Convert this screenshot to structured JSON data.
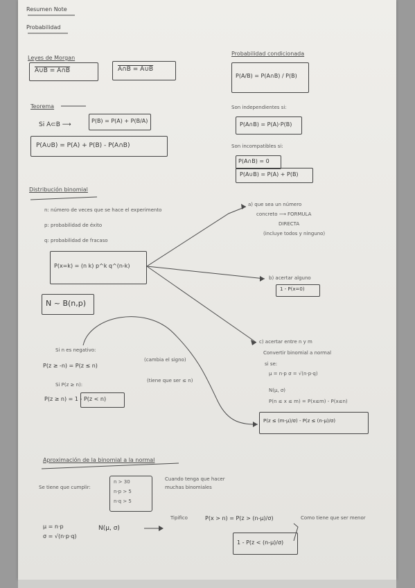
{
  "title": "Resumen Note",
  "section_probabilidad": "Probabilidad",
  "de_morgan": {
    "heading": "Leyes de Morgan",
    "law1": "A∪B = A∩B",
    "law2": "A∩B = A∪B"
  },
  "conditional": {
    "heading": "Probabilidad condicionada",
    "formula": "P(A/B) = P(A∩B) / P(B)"
  },
  "theorems": {
    "heading": "Teorema",
    "subset_condition": "Si A⊂B ⟶",
    "subset_formula": "P(B) = P(A) + P(B/A)",
    "union_formula": "P(A∪B) = P(A) + P(B) - P(A∩B)"
  },
  "independent": {
    "heading": "Son independientes si:",
    "formula": "P(A∩B) = P(A)·P(B)"
  },
  "incompatible": {
    "heading": "Son incompatibles si:",
    "formula1": "P(A∩B) = 0",
    "formula2": "P(A∪B) = P(A) + P(B)"
  },
  "binomial": {
    "heading": "Distribución binomial",
    "def_n": "n: número de veces que se hace el experimento",
    "def_p": "p: probabilidad de éxito",
    "def_q": "q: probabilidad de fracaso",
    "formula": "P(x=k) = (n k) p^k q^(n-k)",
    "notation": "N ~ B(n,p)"
  },
  "case_a": {
    "title": "a) que sea un número",
    "line2": "concreto ⟶ FORMULA",
    "line3": "DIRECTA",
    "line4": "(incluye todos y ninguno)"
  },
  "case_b": {
    "title": "b) acertar alguno",
    "formula": "1 - P(x=0)"
  },
  "case_c": {
    "title": "c) acertar entre n y m",
    "line2": "Convertir binomial a normal",
    "line3": "si se:",
    "line4": "μ = n·p     σ = √(n·p·q)",
    "line5": "N(μ, σ)",
    "line6": "P(n ≤ x ≤ m) = P(x≤m) - P(x≤n)",
    "formula": "P(z ≤ (m-μ)/σ) - P(z ≤ (n-μ)/σ)"
  },
  "negative": {
    "heading": "Si n es negativo:",
    "formula1": "P(z ≥ -n) = P(z ≤ n)",
    "note1": "(cambia el signo)",
    "cond": "Si P(z ≥ n):",
    "formula2": "P(z ≥ n) = 1 - P(z < n)",
    "note2": "(tiene que ser ≤ n)"
  },
  "approximation": {
    "heading": "Aproximación de la binomial a la normal",
    "condition_label": "Se tiene que cumplir:",
    "cond1": "n > 30",
    "cond2": "n·p > 5",
    "cond3": "n·q > 5",
    "side_note_1": "Cuando tenga que hacer",
    "side_note_2": "muchas binomiales",
    "mu": "μ = n·p",
    "sigma": "σ = √(n·p·q)",
    "normal": "N(μ, σ)",
    "tipifico": "Tipifico",
    "tipifico_formula": "P(x > n) = P(z > (n-μ)/σ)",
    "note_menor": "Como tiene que ser menor",
    "final_formula": "1 - P(z < (n-μ)/σ)"
  }
}
